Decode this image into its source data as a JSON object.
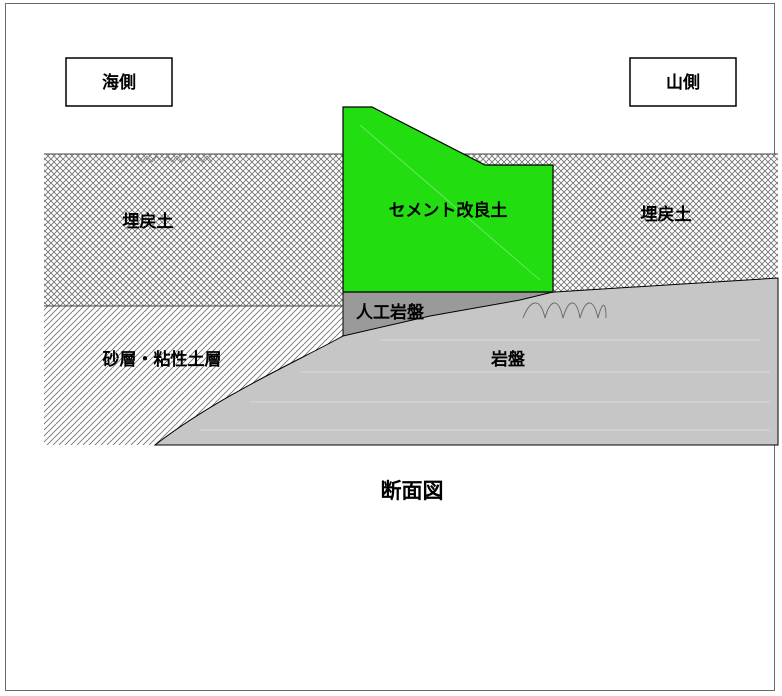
{
  "labels": {
    "sea_side": "海側",
    "mountain_side": "山側",
    "fill_left": "埋戻土",
    "fill_right": "埋戻土",
    "cement": "セメント改良土",
    "artificial_rock": "人工岩盤",
    "sand_clay": "砂層・粘性土層",
    "bedrock": "岩盤",
    "caption": "断面図"
  },
  "colors": {
    "cement_green": "#22dd0f",
    "bedrock_gray": "#c6c6c6",
    "artificial_gray": "#9a9a9a",
    "hatch": "#6e6e6e"
  }
}
